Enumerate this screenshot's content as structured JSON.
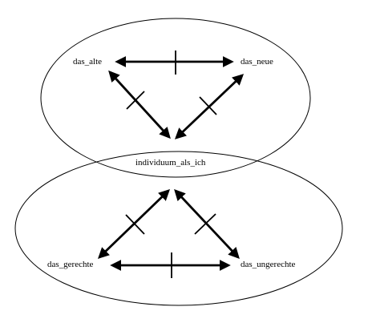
{
  "diagram": {
    "colors": {
      "background": "#ffffff",
      "stroke": "#000000",
      "text": "#000000"
    },
    "nodes": {
      "das_alte": "das_alte",
      "das_neue": "das_neue",
      "individuum_als_ich": "individuum_als_ich",
      "das_gerechte": "das_gerechte",
      "das_ungerechte": "das_ungerechte"
    },
    "relations": [
      {
        "from": "das_alte",
        "to": "das_neue",
        "type": "double-arrow",
        "crossed": true
      },
      {
        "from": "das_alte",
        "to": "individuum_als_ich",
        "type": "double-arrow",
        "crossed": true
      },
      {
        "from": "das_neue",
        "to": "individuum_als_ich",
        "type": "double-arrow",
        "crossed": true
      },
      {
        "from": "individuum_als_ich",
        "to": "das_gerechte",
        "type": "double-arrow",
        "crossed": true
      },
      {
        "from": "individuum_als_ich",
        "to": "das_ungerechte",
        "type": "double-arrow",
        "crossed": true
      },
      {
        "from": "das_gerechte",
        "to": "das_ungerechte",
        "type": "double-arrow",
        "crossed": true
      }
    ],
    "groups": [
      {
        "name": "upper-ellipse",
        "contains": [
          "das_alte",
          "das_neue",
          "individuum_als_ich"
        ]
      },
      {
        "name": "lower-ellipse",
        "contains": [
          "individuum_als_ich",
          "das_gerechte",
          "das_ungerechte"
        ]
      }
    ]
  }
}
